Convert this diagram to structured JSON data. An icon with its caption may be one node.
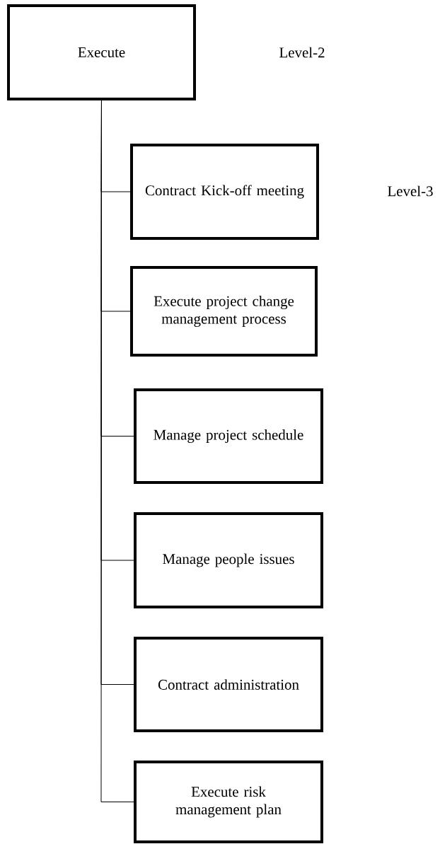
{
  "diagram": {
    "nodes": [
      {
        "text": [
          "Execute"
        ]
      },
      {
        "text": [
          "Contract Kick-off meeting"
        ]
      },
      {
        "text": [
          "Execute project change management process"
        ]
      },
      {
        "text": [
          "Manage project schedule"
        ]
      },
      {
        "text": [
          "Manage people issues"
        ]
      },
      {
        "text": [
          "Contract administration"
        ]
      },
      {
        "text": [
          "Execute risk management plan"
        ]
      }
    ],
    "edges": [
      {
        "from": 0,
        "to": 1,
        "arrow": "none"
      },
      {
        "from": 0,
        "to": 2,
        "arrow": "none"
      },
      {
        "from": 0,
        "to": 3,
        "arrow": "none"
      },
      {
        "from": 0,
        "to": 4,
        "arrow": "none"
      },
      {
        "from": 0,
        "to": 5,
        "arrow": "none"
      },
      {
        "from": 0,
        "to": 6,
        "arrow": "none"
      }
    ],
    "labels": [
      "Level-2",
      "Level-3"
    ]
  }
}
